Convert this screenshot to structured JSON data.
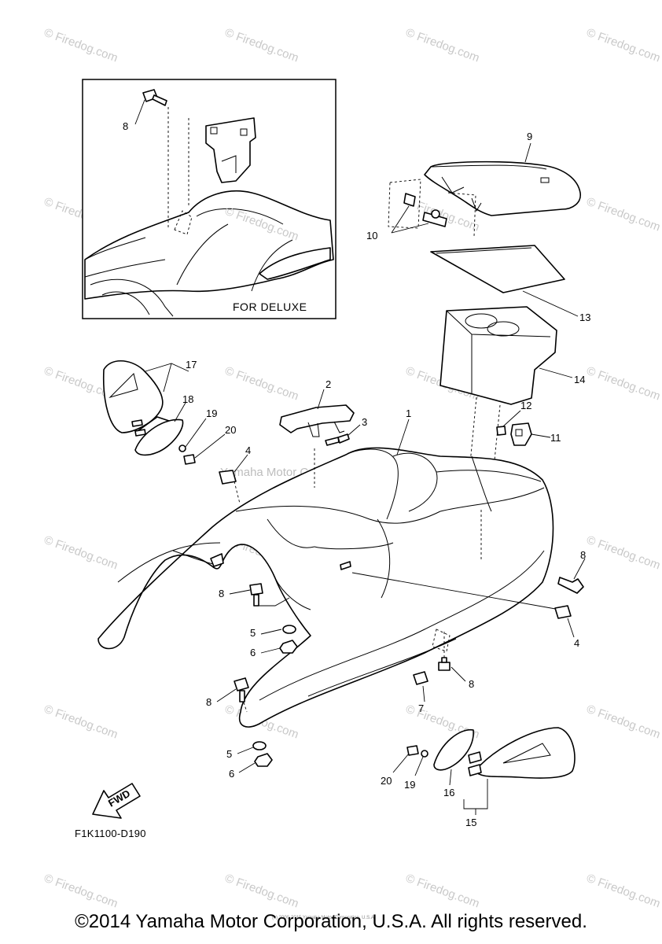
{
  "inset": {
    "title": "FOR DELUXE"
  },
  "diagram_code": "F1K1100-D190",
  "fwd_label": "FWD",
  "watermarks": {
    "firedog": "© Firedog.com",
    "yamaha": "Yamaha Motor Corp. U.S.A.",
    "inset": "© Firedog.com"
  },
  "callouts": {
    "c1": "1",
    "c2": "2",
    "c3": "3",
    "c4a": "4",
    "c4b": "4",
    "c5a": "5",
    "c5b": "5",
    "c6a": "6",
    "c6b": "6",
    "c7": "7",
    "c8inset": "8",
    "c8a": "8",
    "c8b": "8",
    "c8c": "8",
    "c8d": "8",
    "c9": "9",
    "c10": "10",
    "c11": "11",
    "c12": "12",
    "c13": "13",
    "c14": "14",
    "c15": "15",
    "c16": "16",
    "c17": "17",
    "c18": "18",
    "c19a": "19",
    "c19b": "19",
    "c20a": "20",
    "c20b": "20"
  },
  "small_notice": "(c) 2000-2015 Yamaha Motor Corporation, U.S.A.",
  "copyright": "©2014 Yamaha Motor Corporation, U.S.A. All rights reserved."
}
